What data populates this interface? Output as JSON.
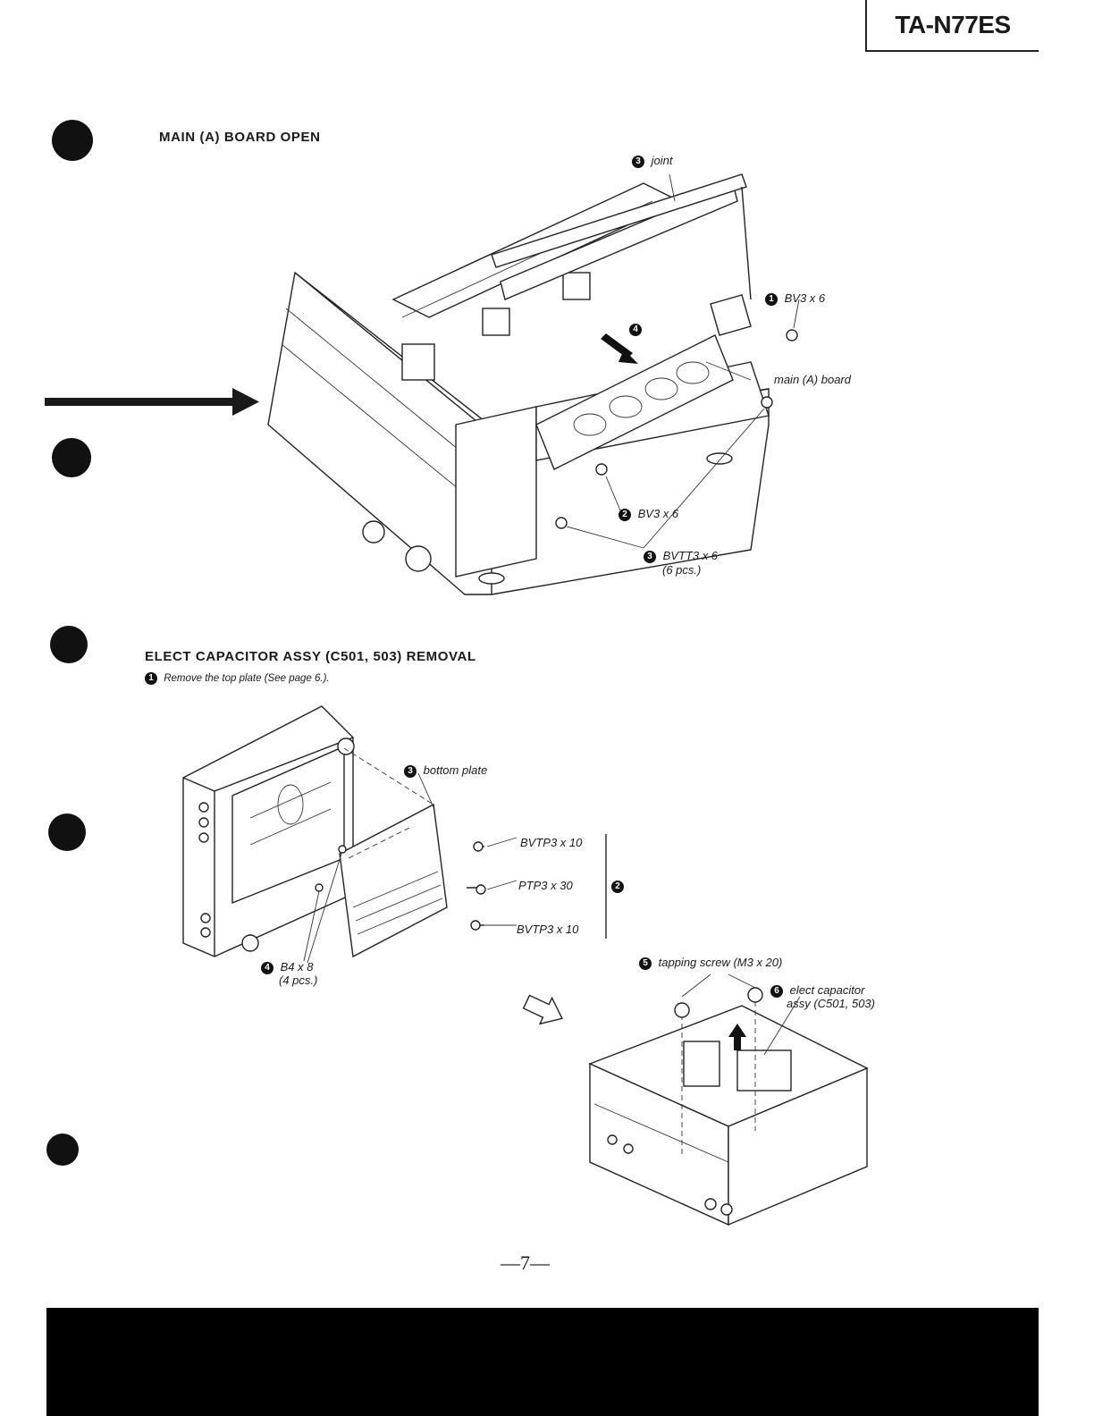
{
  "header": {
    "model": "TA-N77ES"
  },
  "section1": {
    "title": "MAIN (A) BOARD OPEN",
    "labels": {
      "joint": {
        "num": "3",
        "text": "joint"
      },
      "screw_bv3_1": {
        "num": "1",
        "text": "BV3 x 6"
      },
      "board": {
        "text": "main (A) board"
      },
      "step4": {
        "num": "4"
      },
      "screw_bv3_2": {
        "num": "2",
        "text": "BV3 x 6"
      },
      "screw_bvtt3": {
        "num": "3",
        "text": "BVTT3 x 6",
        "sub": "(6 pcs.)"
      }
    }
  },
  "section2": {
    "title": "ELECT CAPACITOR ASSY (C501, 503) REMOVAL",
    "note": {
      "num": "1",
      "text": "Remove the top plate (See page 6.)."
    },
    "labels": {
      "bottom_plate": {
        "num": "3",
        "text": "bottom plate"
      },
      "bvtp3_a": {
        "text": "BVTP3 x 10"
      },
      "ptp3": {
        "text": "PTP3 x 30"
      },
      "bvtp3_b": {
        "text": "BVTP3 x 10"
      },
      "group2": {
        "num": "2"
      },
      "b4": {
        "num": "4",
        "text": "B4 x 8",
        "sub": "(4 pcs.)"
      },
      "tapping": {
        "num": "5",
        "text": "tapping screw (M3 x 20)"
      },
      "elect": {
        "num": "6",
        "text": "elect capacitor",
        "sub": "assy (C501, 503)"
      }
    }
  },
  "footer": {
    "page": "—7—"
  }
}
